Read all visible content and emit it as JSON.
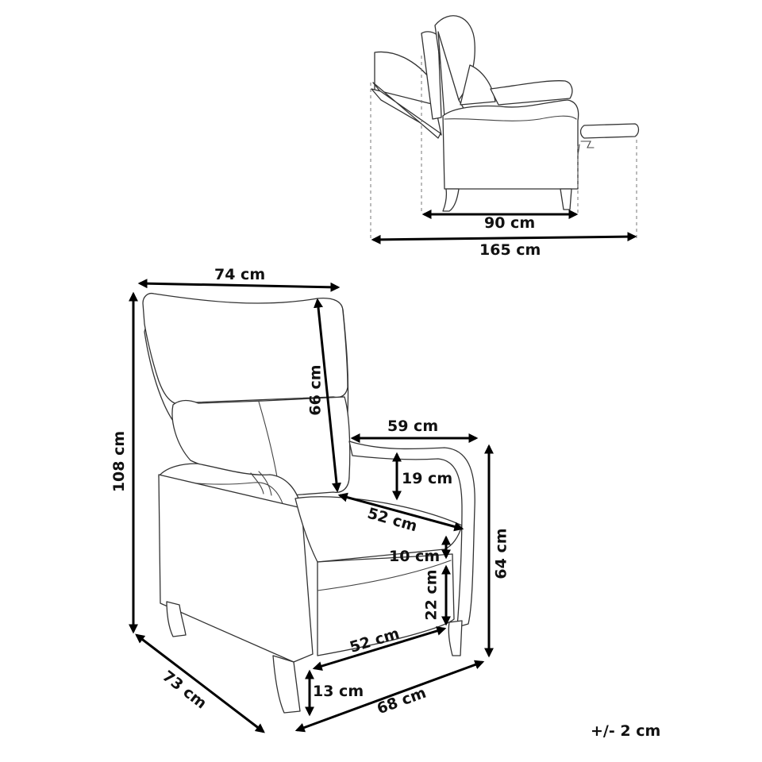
{
  "diagram": {
    "subject": "Recliner armchair dimensions",
    "side_view": {
      "labels": {
        "depth_upright": "90 cm",
        "depth_reclined": "165 cm"
      }
    },
    "front_view": {
      "labels": {
        "total_width": "74 cm",
        "total_height": "108 cm",
        "backrest_height": "66 cm",
        "seat_width": "59 cm",
        "armrest_height": "19 cm",
        "seat_depth": "52 cm",
        "seat_cushion_thickness": "10 cm",
        "seat_base_height": "22 cm",
        "inner_width": "52 cm",
        "leg_height": "13 cm",
        "total_depth": "73 cm",
        "front_width": "68 cm",
        "arm_height": "64 cm"
      }
    },
    "tolerance": "+/- 2 cm",
    "colors": {
      "line": "#333333",
      "dimension": "#000000",
      "background": "#ffffff"
    }
  }
}
